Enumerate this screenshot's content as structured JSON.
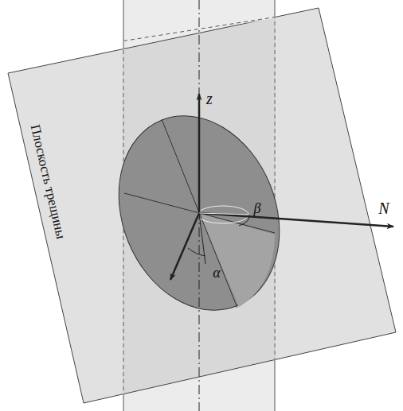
{
  "diagram": {
    "labels": [
      "Плоскость трещины",
      "z",
      "N",
      "β",
      "α"
    ]
  }
}
